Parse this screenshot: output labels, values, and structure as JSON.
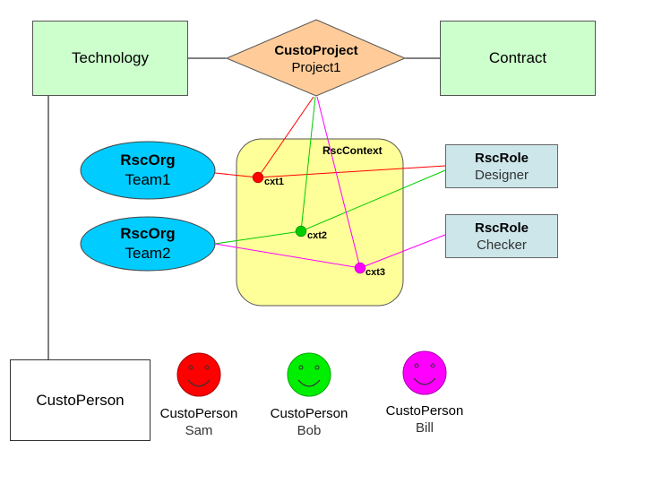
{
  "entities": {
    "technology": "Technology",
    "contract": "Contract",
    "custo_person_box": "CustoPerson"
  },
  "project": {
    "type": "CustoProject",
    "name": "Project1"
  },
  "context": {
    "title": "RscContext",
    "points": [
      {
        "label": "cxt1",
        "color": "#ff0000"
      },
      {
        "label": "cxt2",
        "color": "#00cc00"
      },
      {
        "label": "cxt3",
        "color": "#ff00ff"
      }
    ]
  },
  "orgs": [
    {
      "type": "RscOrg",
      "name": "Team1",
      "fill": "#00ccff"
    },
    {
      "type": "RscOrg",
      "name": "Team2",
      "fill": "#00ccff"
    }
  ],
  "roles": [
    {
      "type": "RscRole",
      "name": "Designer"
    },
    {
      "type": "RscRole",
      "name": "Checker"
    }
  ],
  "persons": [
    {
      "type": "CustoPerson",
      "name": "Sam",
      "color": "#ff0000"
    },
    {
      "type": "CustoPerson",
      "name": "Bob",
      "color": "#00ee00"
    },
    {
      "type": "CustoPerson",
      "name": "Bill",
      "color": "#ff00ff"
    }
  ],
  "colors": {
    "entity_fill": "#ccffcc",
    "project_fill": "#ffcc99",
    "context_fill": "#ffff99",
    "role_fill": "#cce6ea"
  }
}
